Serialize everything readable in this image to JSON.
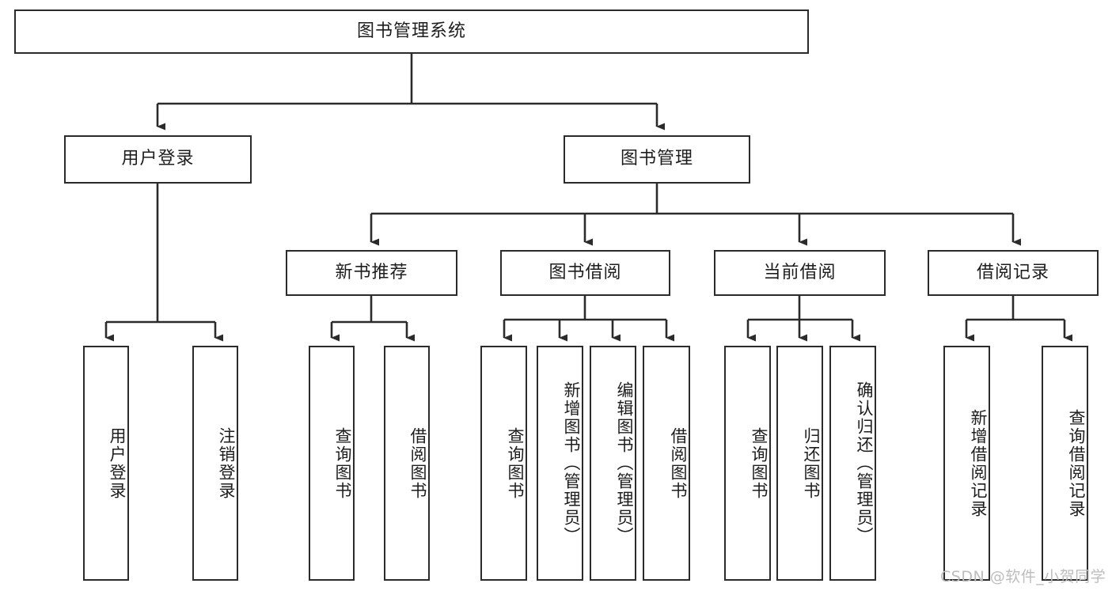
{
  "diagram": {
    "type": "tree",
    "title": "图书管理系统",
    "root": {
      "label": "图书管理系统"
    },
    "level2": [
      {
        "label": "用户登录"
      },
      {
        "label": "图书管理"
      }
    ],
    "level3": [
      {
        "label": "新书推荐"
      },
      {
        "label": "图书借阅"
      },
      {
        "label": "当前借阅"
      },
      {
        "label": "借阅记录"
      }
    ],
    "leaves": {
      "user_login": [
        {
          "label": "用户登录"
        },
        {
          "label": "注销登录"
        }
      ],
      "new_book": [
        {
          "label": "查询图书"
        },
        {
          "label": "借阅图书"
        }
      ],
      "book_borrow": [
        {
          "label": "查询图书"
        },
        {
          "label": "新增图书（管理员）"
        },
        {
          "label": "编辑图书（管理员）"
        },
        {
          "label": "借阅图书"
        }
      ],
      "current_borrow": [
        {
          "label": "查询图书"
        },
        {
          "label": "归还图书"
        },
        {
          "label": "确认归还（管理员）"
        }
      ],
      "borrow_record": [
        {
          "label": "新增借阅记录"
        },
        {
          "label": "查询借阅记录"
        }
      ]
    }
  },
  "watermark": {
    "text": "CSDN @软件_小贺同学"
  },
  "colors": {
    "border": "#2b2b2b",
    "text": "#1d1d1d",
    "background": "#ffffff",
    "watermark": "#bdbdbd"
  }
}
